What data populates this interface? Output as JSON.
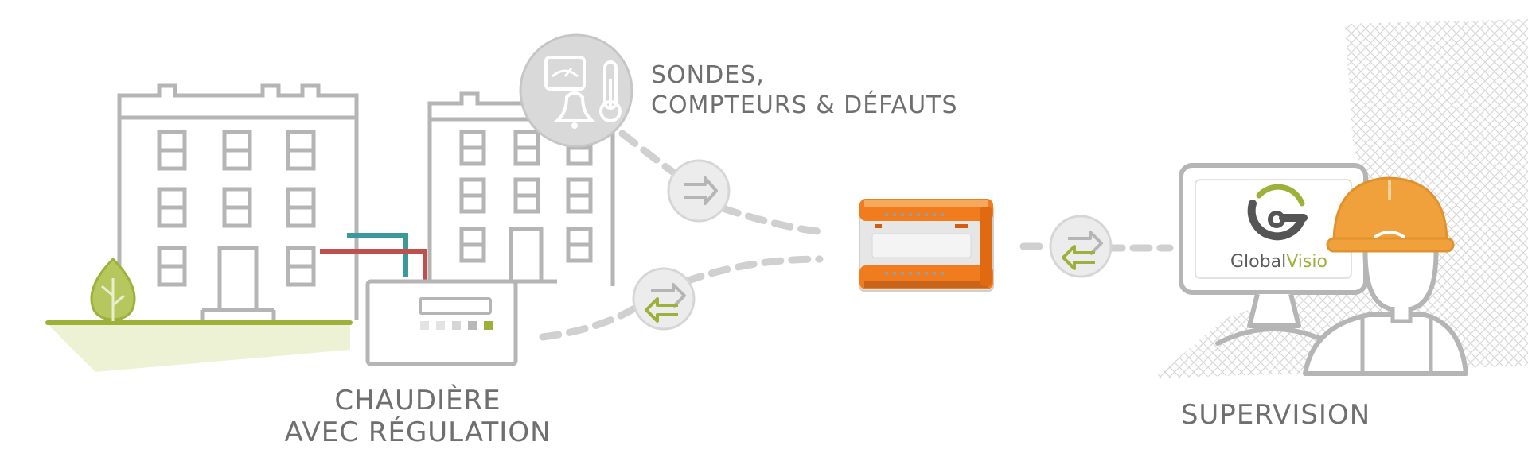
{
  "labels": {
    "sensors": {
      "line1": "SONDES,",
      "line2": "COMPTEURS & DÉFAUTS"
    },
    "boiler": {
      "line1": "CHAUDIÈRE",
      "line2": "AVEC RÉGULATION"
    },
    "supervision": "SUPERVISION"
  },
  "logo": {
    "name_part1": "Global",
    "name_part2": "Visio"
  },
  "colors": {
    "outline_gray": "#b5b5b5",
    "connector_gray": "#d0d0d0",
    "accent_green": "#9bb13a",
    "ground_green": "#eef2d4",
    "pipe_teal": "#3a9a9a",
    "pipe_red": "#c0504d",
    "controller_orange": "#f07c1e",
    "helmet_orange": "#f0a13c"
  },
  "icons": {
    "sensor_cluster": "sensors-alarm-thermometer-icon",
    "arrow_right": "arrow-right-icon",
    "arrows_exchange": "bidirectional-arrows-icon",
    "tree": "tree-icon"
  }
}
